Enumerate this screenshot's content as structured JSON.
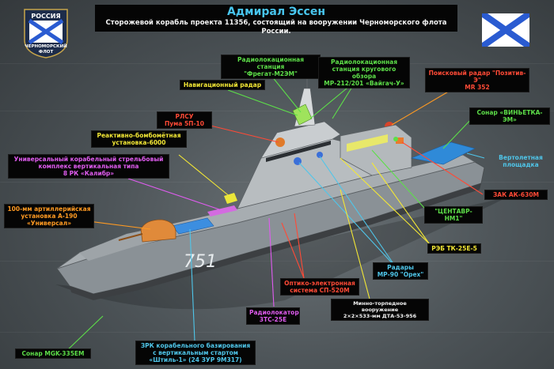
{
  "title": {
    "main": "Адмирал Эссен",
    "subtitle": "Сторожевой корабль проекта 11356, состоящий на вооружении Черноморского флота России."
  },
  "emblem": {
    "top": "РОССИЯ",
    "bottom_line1": "ЧЕРНОМОРСКИЙ",
    "bottom_line2": "ФЛОТ"
  },
  "hull_number": "751",
  "colors": {
    "red": "#ff4a36",
    "yellow": "#f3e735",
    "green": "#5ddf49",
    "cyan": "#4fc6ea",
    "white": "#f2f2f2",
    "orange": "#ff9a22",
    "magenta": "#e05cf0"
  },
  "labels": {
    "fregat": "Радиолокационная станция\n\"Фрегат-М2ЭМ\"",
    "vaygach": "Радиолокационная\nстанция кругового обзора\nМР-212/201 «Вайгач-У»",
    "positiv": "Поисковый радар \"Позитив-Э\"\nМR 352",
    "nav_radar": "Навигационный радар",
    "vinetka": "Сонар «ВИНЬЕТКА-ЭМ»",
    "puma": "РЛСУ\nПума 5П-10",
    "rbu": "Реактивно-бомбомётная\nустановка-6000",
    "helipad": "Вертолетная площадка",
    "ukks": "Универсальный корабельный стрельбовый\nкомплекс вертикальная типа\n8 РК «Калибр»",
    "ak630": "ЗАК АК-630М",
    "centavr": "\"ЦЕНТАВР-НМ1\"",
    "a190": "100-мм артиллерийская\nустановка А-190\n«Универсал»",
    "reb": "РЭБ ТК-25Е-5",
    "orekh": "Радары\nМР-90 \"Орех\"",
    "sp520": "Оптико-электронная\nсистема СП-520М",
    "torpedo": "Минно-торпедное вооружение\n2×2×533-мм ДТА-53-956",
    "radiolok": "Радиолокатор\n3ТС-25Е",
    "sonar_mgk": "Сонар MGK-335EM",
    "shtil": "ЗРК корабельного базирования\nс вертикальным стартом\n«Штиль-1» (24 ЗУР 9М317)"
  }
}
